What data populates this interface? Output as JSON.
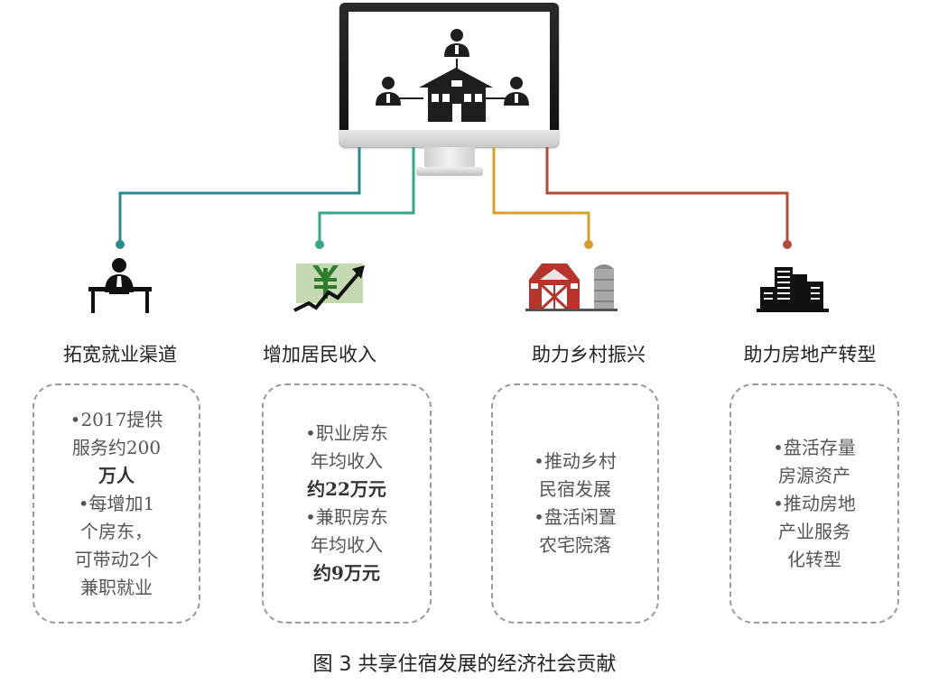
{
  "branch_colors": [
    "#2e8a8a",
    "#3aa58a",
    "#d8a028",
    "#b24a3c"
  ],
  "columns": [
    {
      "icon": "businessperson-desk-icon",
      "title": "拓宽就业渠道",
      "lines": [
        "•2017提供",
        "服务约200",
        "万人",
        "•每增加1",
        "个房东，",
        "可带动2个",
        "兼职就业"
      ]
    },
    {
      "icon": "yuan-growth-arrow-icon",
      "title": "增加居民收入",
      "lines": [
        "•职业房东",
        "年均收入",
        "约22万元",
        "•兼职房东",
        "年均收入",
        "约9万元"
      ]
    },
    {
      "icon": "barn-silo-icon",
      "title": "助力乡村振兴",
      "lines": [
        "•推动乡村",
        "民宿发展",
        "•盘活闲置",
        "农宅院落"
      ]
    },
    {
      "icon": "buildings-icon",
      "title": "助力房地产转型",
      "lines": [
        "•盘活存量",
        "房源资产",
        "•推动房地",
        "产业服务",
        "化转型"
      ]
    }
  ],
  "caption": "图 3  共享住宿发展的经济社会贡献"
}
